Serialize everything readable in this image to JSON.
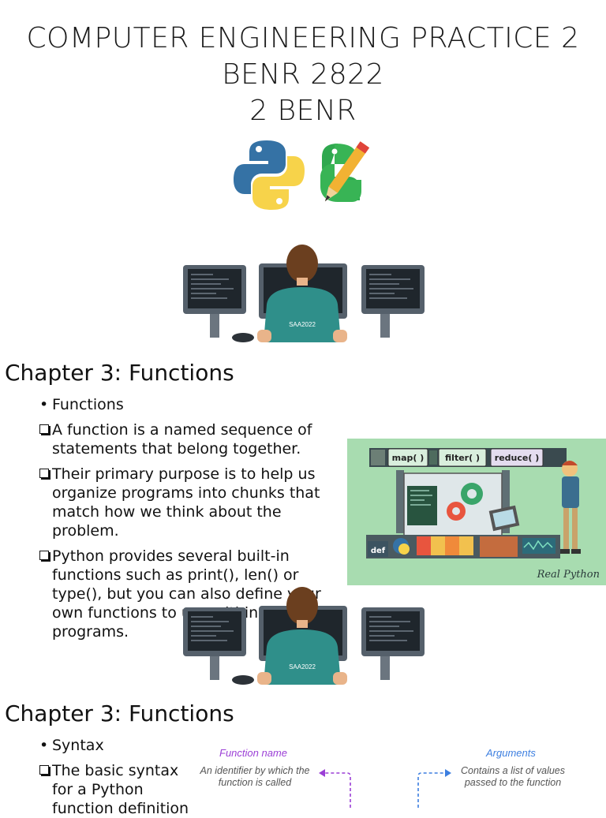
{
  "slide1": {
    "title_lines": [
      "COMPUTER ENGINEERING PRACTICE 2",
      "BENR 2822",
      "2 BENR"
    ],
    "shirt_label": "SAA2022"
  },
  "slide2": {
    "chapter_title": "Chapter 3: Functions",
    "bullet": "Functions",
    "points": [
      "A function is a named sequence of statements that belong together.",
      "Their primary purpose is to help us organize programs into chunks that match how we think about the problem.",
      "Python provides several built-in functions such as print(), len() or type(), but you can also define your own functions to use within your programs."
    ],
    "banner": {
      "labels": [
        "map( )",
        "filter( )",
        "reduce( )"
      ],
      "def_label": "def",
      "brand": "Real Python"
    },
    "shirt_label": "SAA2022"
  },
  "slide3": {
    "chapter_title": "Chapter 3: Functions",
    "bullet": "Syntax",
    "point": "The basic syntax for a Python function definition",
    "diagram": {
      "function_name_head": "Function name",
      "function_name_desc": "An identifier by which the function is called",
      "arguments_head": "Arguments",
      "arguments_desc": "Contains a list of values passed to the function"
    }
  },
  "colors": {
    "python_blue": "#3572a5",
    "python_yellow": "#f7d34a",
    "banner_green": "#a8dcb0",
    "function_name_purple": "#9b3fd6",
    "arguments_blue": "#3d7fe0"
  }
}
